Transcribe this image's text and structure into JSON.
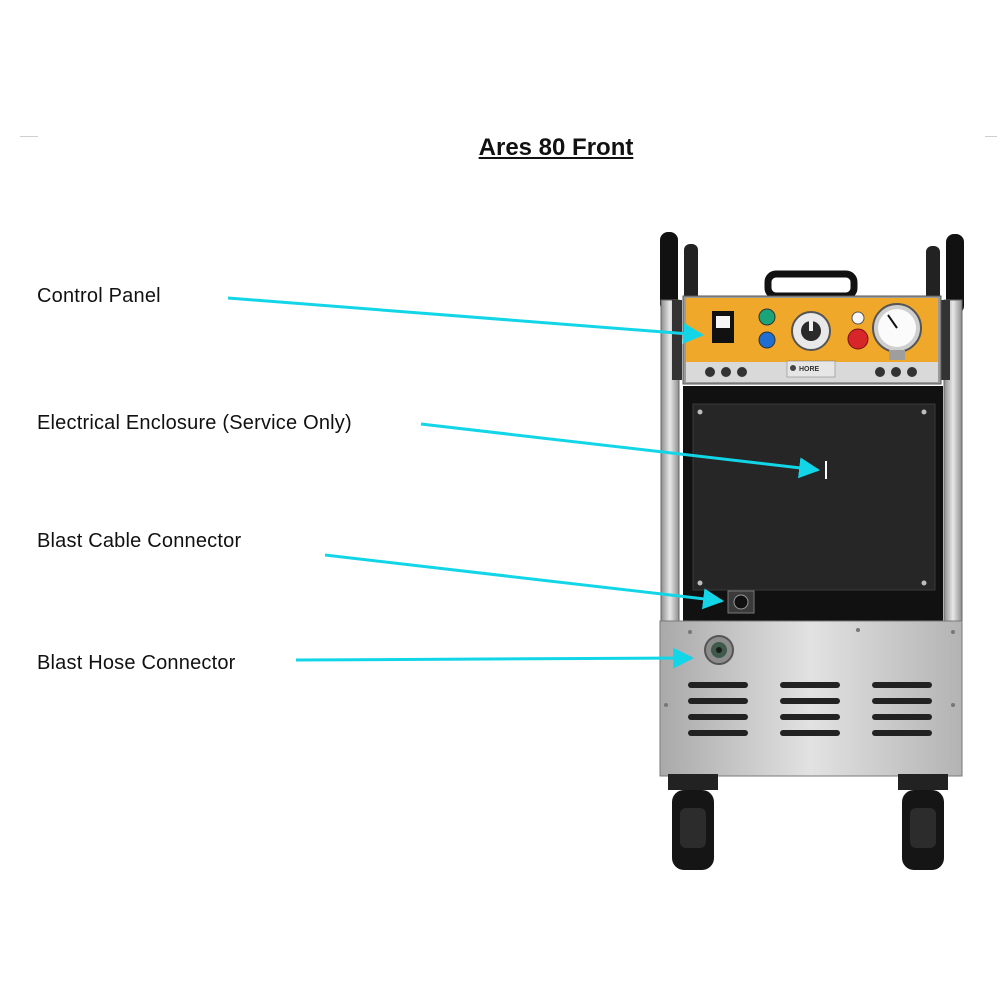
{
  "title": "Ares 80 Front",
  "labels": {
    "control_panel": "Control Panel",
    "electrical_enclosure": "Electrical Enclosure (Service Only)",
    "blast_cable_connector": "Blast Cable Connector",
    "blast_hose_connector": "Blast Hose Connector"
  },
  "panel_brand": "HORE",
  "colors": {
    "arrow": "#12d6e8",
    "panel": "#f0a82a",
    "enclosure": "#1c1c1c",
    "steel": "#c6c6c6"
  }
}
